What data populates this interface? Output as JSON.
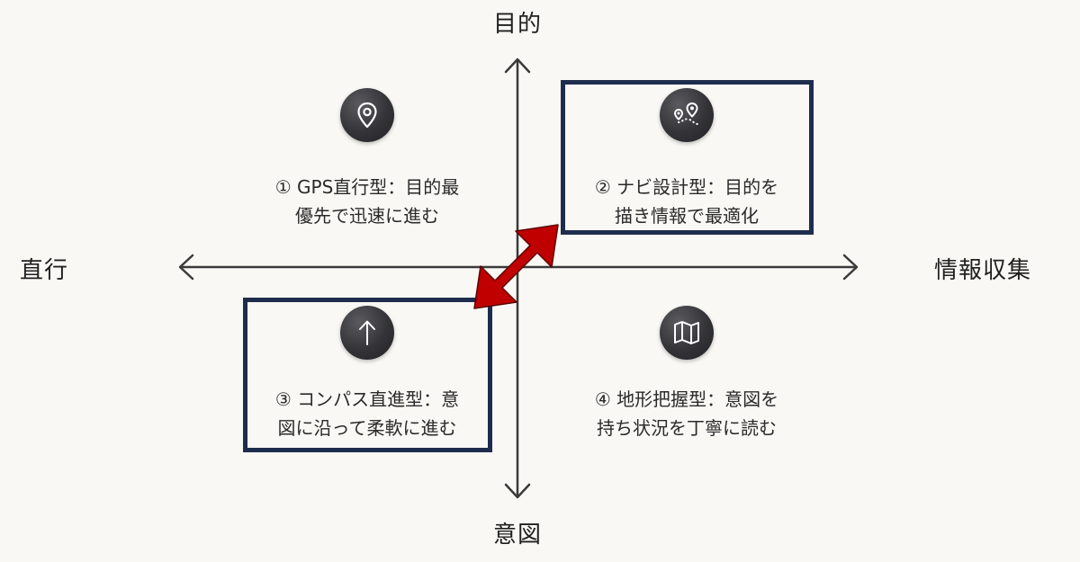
{
  "axes": {
    "top": "目的",
    "bottom": "意図",
    "left": "直行",
    "right": "情報収集"
  },
  "quadrants": [
    {
      "id": 1,
      "icon": "map-pin-icon",
      "line1": "① GPS直行型：目的最",
      "line2": "優先で迅速に進む",
      "highlighted": false
    },
    {
      "id": 2,
      "icon": "route-icon",
      "line1": "② ナビ設計型：目的を",
      "line2": "描き情報で最適化",
      "highlighted": true
    },
    {
      "id": 3,
      "icon": "arrow-up-icon",
      "line1": "③ コンパス直進型：意",
      "line2": "図に沿って柔軟に進む",
      "highlighted": true
    },
    {
      "id": 4,
      "icon": "folded-map-icon",
      "line1": "④ 地形把握型：意図を",
      "line2": "持ち状況を丁寧に読む",
      "highlighted": false
    }
  ],
  "colors": {
    "background": "#f9f8f4",
    "axis": "#3a3a3a",
    "box_border": "#1f2d4d",
    "connector": "#c00000",
    "icon_fill": "#333338"
  }
}
